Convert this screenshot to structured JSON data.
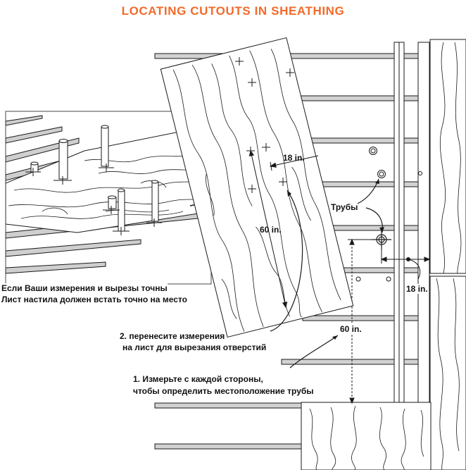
{
  "title": "LOCATING CUTOUTS IN SHEATHING",
  "colors": {
    "title": "#f26a2a",
    "ink": "#1a1a1a",
    "joist": "#d2d2d2",
    "wood": "#ffffff"
  },
  "labels": {
    "dim_18_upper": "18 in.",
    "dim_60_upper": "60 in.",
    "pipes": "Трубы",
    "dim_18_lower": "18 in.",
    "dim_60_lower": "60 in.",
    "fit_line1": "Если Ваши измерения и вырезы точны",
    "fit_line2": "Лист настила должен встать точно на место",
    "step2_line1": "2. перенесите измерения",
    "step2_line2": "на лист для вырезания отверстий",
    "step1_line1": "1. Измерьте с каждой стороны,",
    "step1_line2": "чтобы определить местоположение трубы"
  }
}
